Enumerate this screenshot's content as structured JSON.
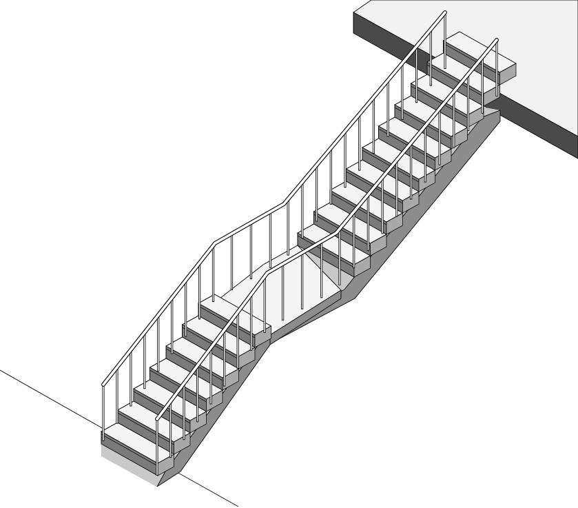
{
  "view": {
    "background": "#ffffff",
    "line_color": "#111111",
    "tread_color": "#f4f4f4",
    "riser_color": "#7b7b7b",
    "stringer_color": "#c9c9c9",
    "stringer_side_color": "#8c8c8c",
    "slab_top_color": "#f2f2f2",
    "slab_edge_color": "#4a4a4a",
    "rail_color": "#ffffff"
  },
  "model": {
    "upper_flight_treads": 10,
    "lower_flight_treads": 7,
    "landing_count": 1,
    "railing_count": 2
  }
}
